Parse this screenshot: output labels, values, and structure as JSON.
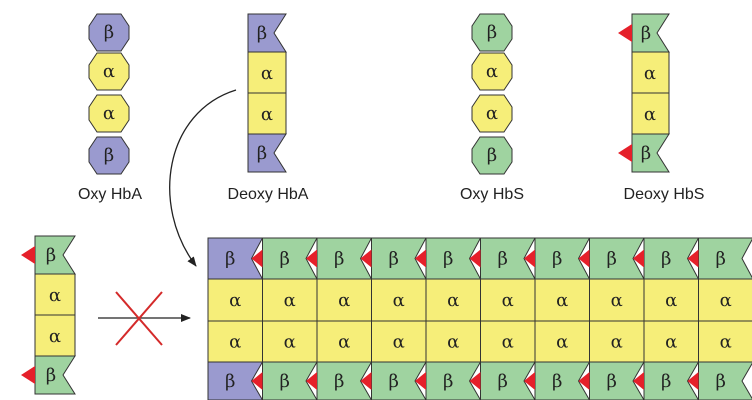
{
  "colors": {
    "alpha": "#f6ee79",
    "beta_hba": "#9a9acf",
    "beta_hbs": "#9fd3a0",
    "mutation": "#e5202a",
    "cross": "#d42a2a",
    "stroke": "#333333"
  },
  "symbols": {
    "alpha": "α",
    "beta": "β"
  },
  "captions": {
    "oxy_hba": "Oxy HbA",
    "deoxy_hba": "Deoxy HbA",
    "oxy_hbs": "Oxy HbS",
    "deoxy_hbs": "Deoxy HbS"
  },
  "fiber": {
    "columns": 10,
    "first_column_beta": "HbA",
    "other_columns_beta": "HbS",
    "blocked_molecule": "Deoxy HbS"
  }
}
